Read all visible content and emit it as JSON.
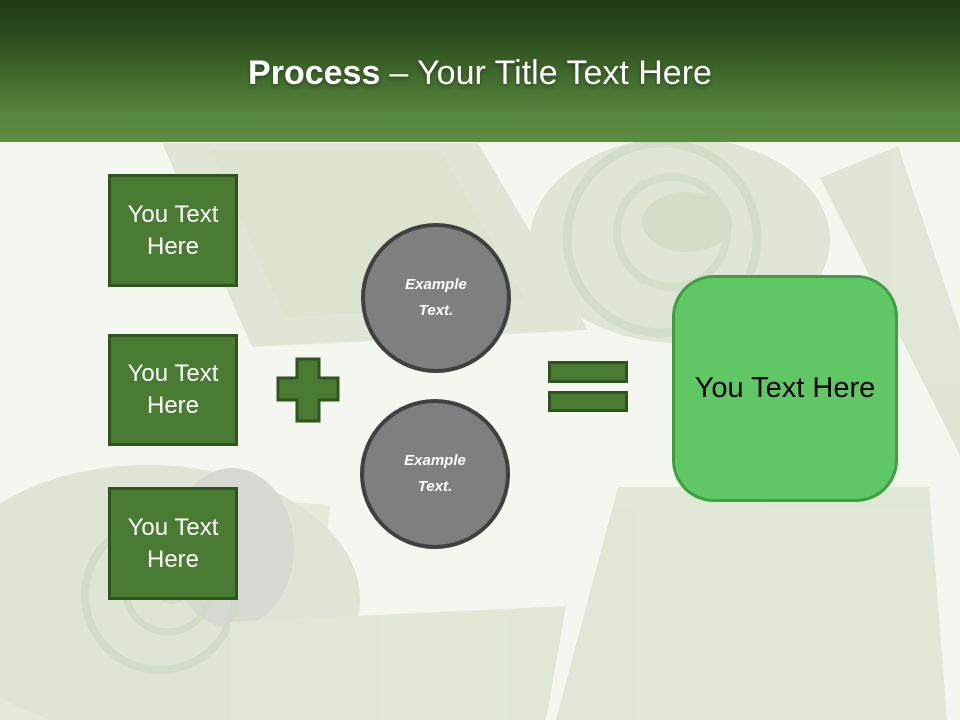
{
  "title": {
    "bold_text": "Process",
    "regular_text": "– Your Title Text Here"
  },
  "input_boxes": [
    {
      "label": "You Text Here"
    },
    {
      "label": "You Text Here"
    },
    {
      "label": "You Text Here"
    }
  ],
  "operators": {
    "plus": "plus",
    "equals": "equals"
  },
  "example_circles": [
    {
      "label": "Example Text."
    },
    {
      "label": "Example Text."
    }
  ],
  "result_box": {
    "label": "You Text Here"
  },
  "colors": {
    "header_top": "#1e3b14",
    "header_bottom": "#5a8c42",
    "box_fill": "#4a7b33",
    "box_border": "#2f541d",
    "circle_fill": "#7f7f7f",
    "circle_border": "#404040",
    "result_fill": "#5fc763",
    "result_border": "#3f9e44",
    "title_color": "#ffffff",
    "body_bg": "#f4f7ef"
  }
}
